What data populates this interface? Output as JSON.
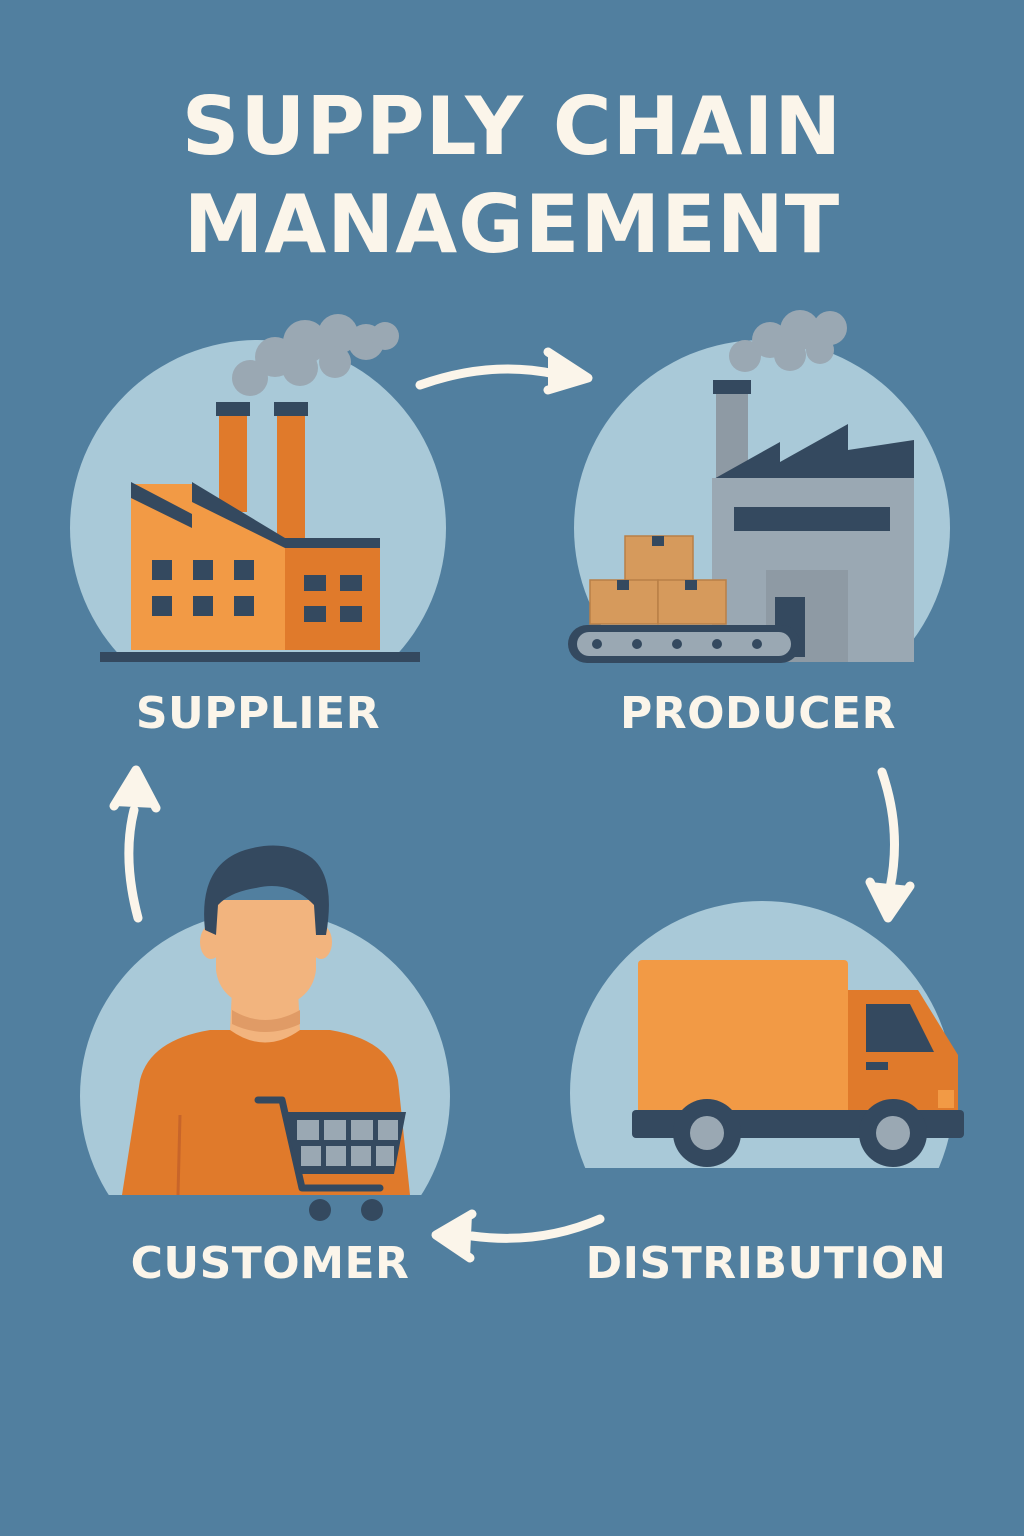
{
  "title": {
    "line1": "SUPPLY CHAIN",
    "line2": "MANAGEMENT"
  },
  "stages": [
    {
      "label": "SUPPLIER",
      "icon": "supplier-factory-icon"
    },
    {
      "label": "PRODUCER",
      "icon": "producer-factory-icon"
    },
    {
      "label": "DISTRIBUTION",
      "icon": "delivery-truck-icon"
    },
    {
      "label": "CUSTOMER",
      "icon": "shopping-customer-icon"
    }
  ],
  "colors": {
    "background": "#517f9f",
    "circle": "#a9c9d8",
    "text": "#fbf5ea",
    "orange": "#f29a45",
    "orange_dark": "#e07a2b",
    "navy": "#34495f",
    "gray": "#9aa8b3",
    "box": "#d69a5c"
  }
}
